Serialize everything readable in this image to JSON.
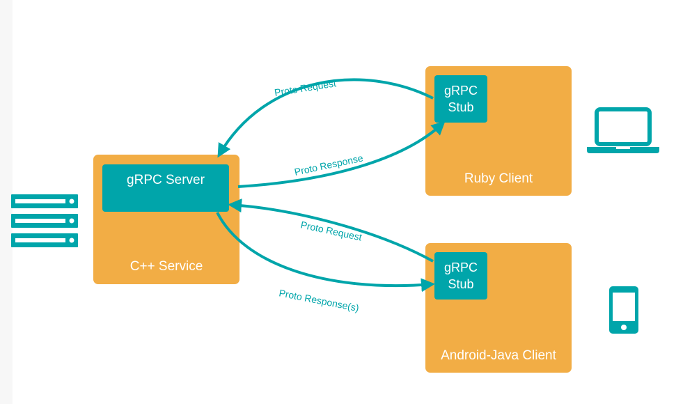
{
  "server": {
    "inner_label": "gRPC Server",
    "outer_label": "C++ Service"
  },
  "ruby": {
    "stub_line1": "gRPC",
    "stub_line2": "Stub",
    "outer_label": "Ruby Client"
  },
  "android": {
    "stub_line1": "gRPC",
    "stub_line2": "Stub",
    "outer_label": "Android-Java Client"
  },
  "arrows": {
    "ruby_request": "Proto Request",
    "ruby_response": "Proto Response",
    "android_request": "Proto Request",
    "android_response": "Proto Response(s)"
  },
  "colors": {
    "orange": "#f2ad45",
    "teal": "#00a5aa"
  },
  "icons": {
    "server": "server-rack-icon",
    "laptop": "laptop-icon",
    "phone": "smartphone-icon"
  }
}
